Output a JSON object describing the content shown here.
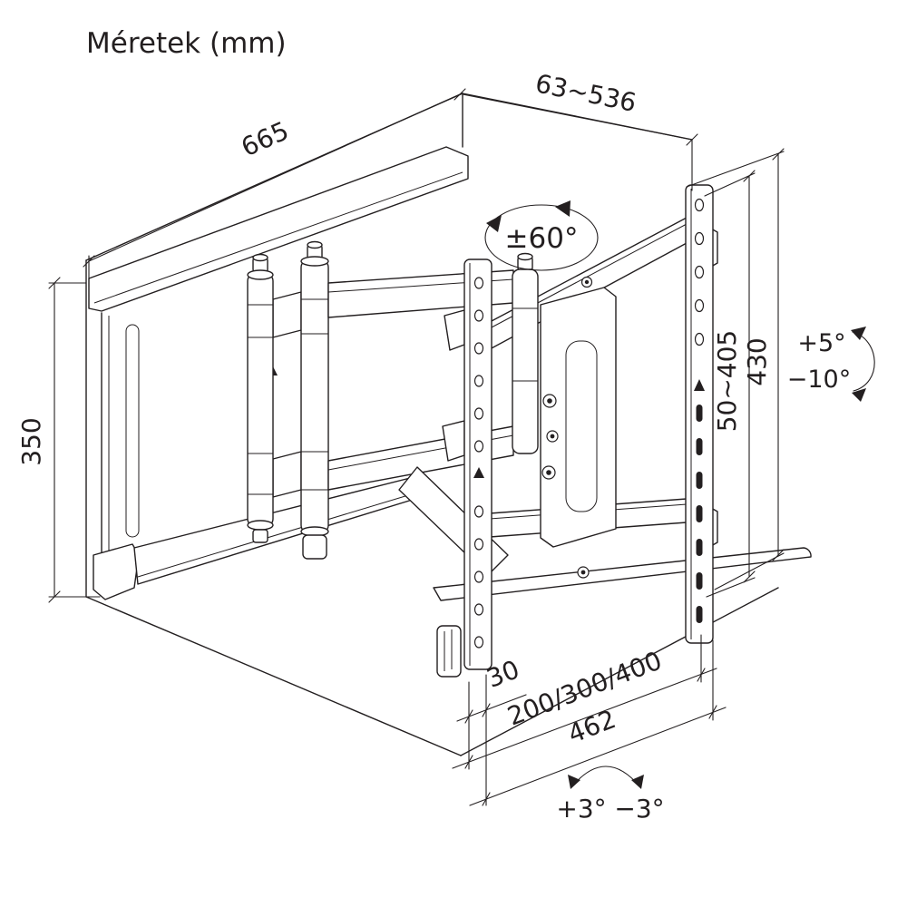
{
  "title": "Méretek (mm)",
  "colors": {
    "line": "#231f20",
    "background": "#ffffff"
  },
  "drawing": {
    "dimensions": {
      "tv_width": "665",
      "extension_depth": "63~536",
      "tv_height": "350",
      "swivel_range": "±60°",
      "tilt_up": "+5°",
      "tilt_down": "−10°",
      "mount_hole_range": "50~405",
      "wall_plate_height": "430",
      "rail_offset": "30",
      "vesa_width": "200/300/400",
      "overall_width": "462",
      "level_adjust_plus": "+3°",
      "level_adjust_minus": "−3°"
    }
  }
}
